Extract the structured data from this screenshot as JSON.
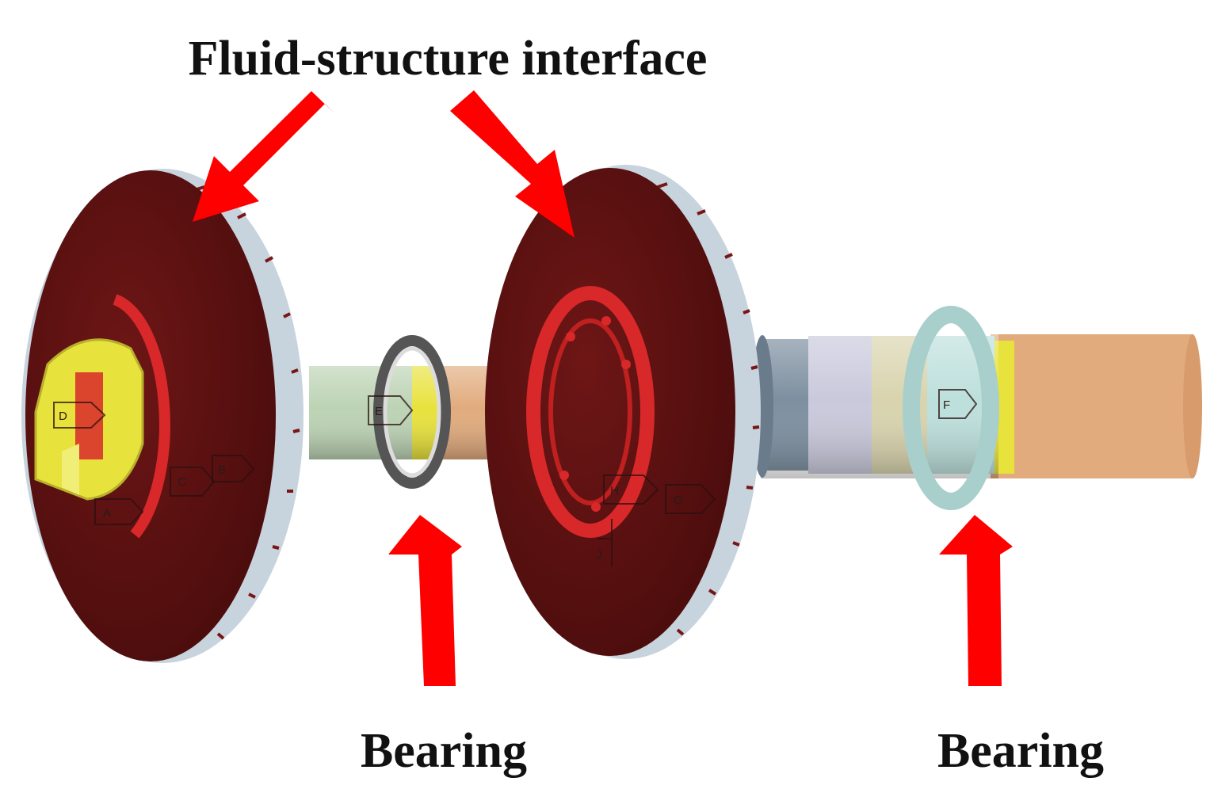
{
  "labels": {
    "top": "Fluid-structure interface",
    "bearing_left": "Bearing",
    "bearing_right": "Bearing"
  },
  "tags": {
    "a": "A",
    "b": "B",
    "c": "C",
    "d": "D",
    "e": "E",
    "f": "F",
    "g": "G",
    "h": "H",
    "j": "J"
  },
  "colors": {
    "impeller": "#5c1010",
    "impeller_rim": "#c7d3dd",
    "inner_ring": "#d8282a",
    "arrow": "#ff0000",
    "bearing_ring": "#e6e24a",
    "shaft_tan": "#e1ab7d",
    "shaft_green": "#bcd3b4",
    "shaft_blue": "#7d8fa0",
    "shaft_lavender": "#c9c9dc",
    "shaft_khaki": "#d9d4ae",
    "shaft_teal": "#bde0dc",
    "yellow_part": "#e8e23c"
  }
}
